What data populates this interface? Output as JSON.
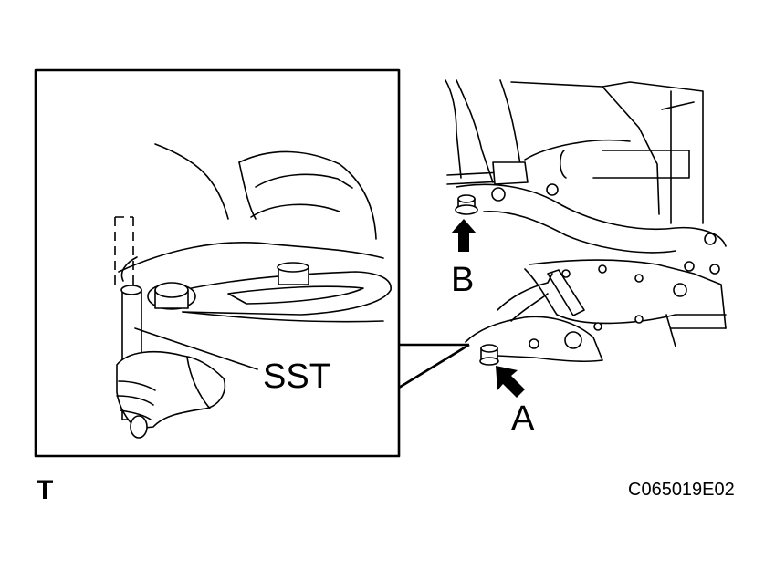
{
  "labels": {
    "sst": "SST",
    "bolt_b": "B",
    "bolt_a": "A",
    "corner": "T",
    "figure_code": "C065019E02"
  },
  "colors": {
    "line": "#000000",
    "background": "#ffffff"
  },
  "icons": [
    "arrow-up-icon",
    "arrow-diagonal-icon"
  ]
}
